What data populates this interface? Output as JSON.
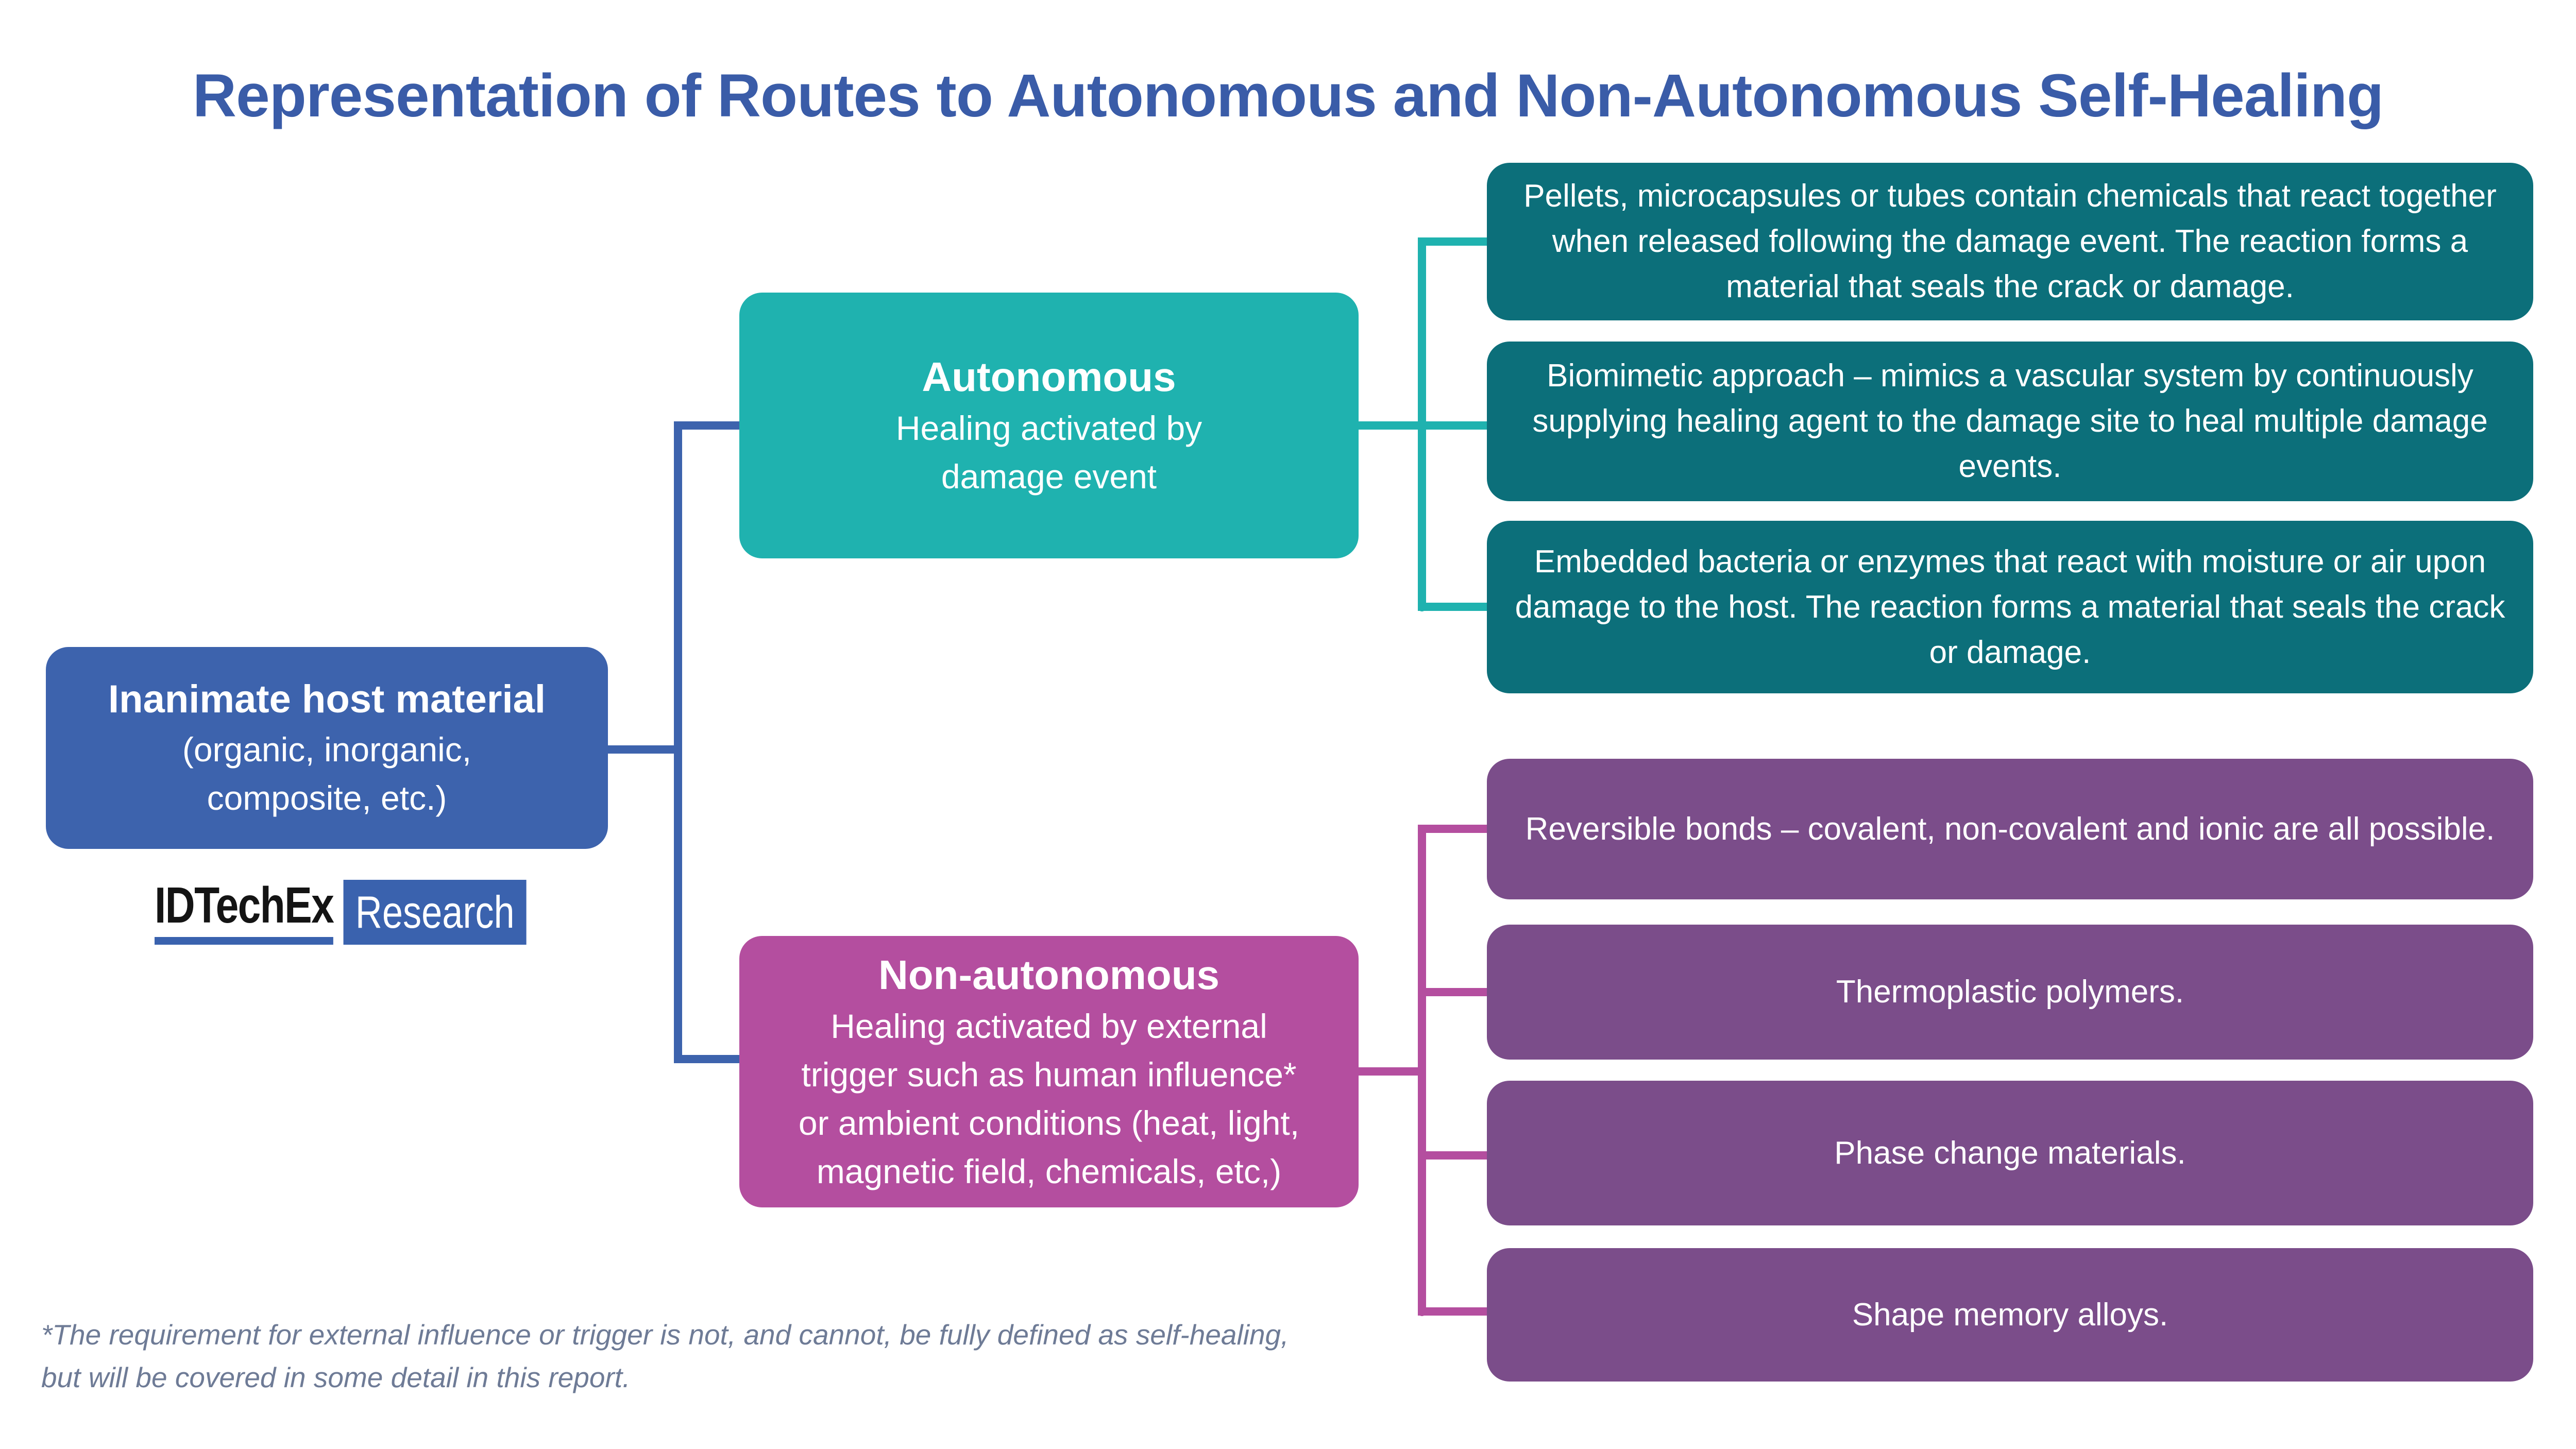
{
  "title": "Representation of Routes to Autonomous and Non-Autonomous Self-Healing",
  "root": {
    "heading": "Inanimate host material",
    "sub_line1": "(organic, inorganic,",
    "sub_line2": "composite, etc.)"
  },
  "logo": {
    "brand": "IDTechEx",
    "label": "Research"
  },
  "branches": {
    "autonomous": {
      "heading": "Autonomous",
      "body_line1": "Healing activated by",
      "body_line2": "damage event"
    },
    "non_autonomous": {
      "heading": "Non-autonomous",
      "body_line1": "Healing activated by external",
      "body_line2": "trigger such as human influence*",
      "body_line3": "or ambient conditions (heat, light,",
      "body_line4": "magnetic field, chemicals, etc,)"
    }
  },
  "autonomous_routes": [
    {
      "text": "Pellets, microcapsules or tubes contain chemicals that react together when released following the damage event. The reaction forms a material that seals the crack or damage."
    },
    {
      "text": "Biomimetic approach – mimics a vascular system by continuously supplying healing agent to the damage site to heal multiple damage events."
    },
    {
      "text": "Embedded bacteria or enzymes that react with moisture or air upon damage to the host. The reaction forms a material that seals the crack or damage."
    }
  ],
  "non_autonomous_routes": [
    {
      "text": "Reversible bonds – covalent, non-covalent and ionic are all possible."
    },
    {
      "text": "Thermoplastic polymers."
    },
    {
      "text": "Phase change materials."
    },
    {
      "text": "Shape memory alloys."
    }
  ],
  "footnote_line1": "*The requirement for external influence or trigger is not, and cannot, be fully defined as self-healing,",
  "footnote_line2": "but will be covered in some detail in this report.",
  "colors": {
    "title_blue": "#3A5CA8",
    "root_blue": "#3D63AD",
    "autonomous_teal": "#1FB2AF",
    "route_teal": "#0C6F7A",
    "non_autonomous_magenta": "#B44E9F",
    "route_purple": "#7B4D8A",
    "footnote_gray": "#6E7B96",
    "logo_blue": "#3A62AE"
  }
}
